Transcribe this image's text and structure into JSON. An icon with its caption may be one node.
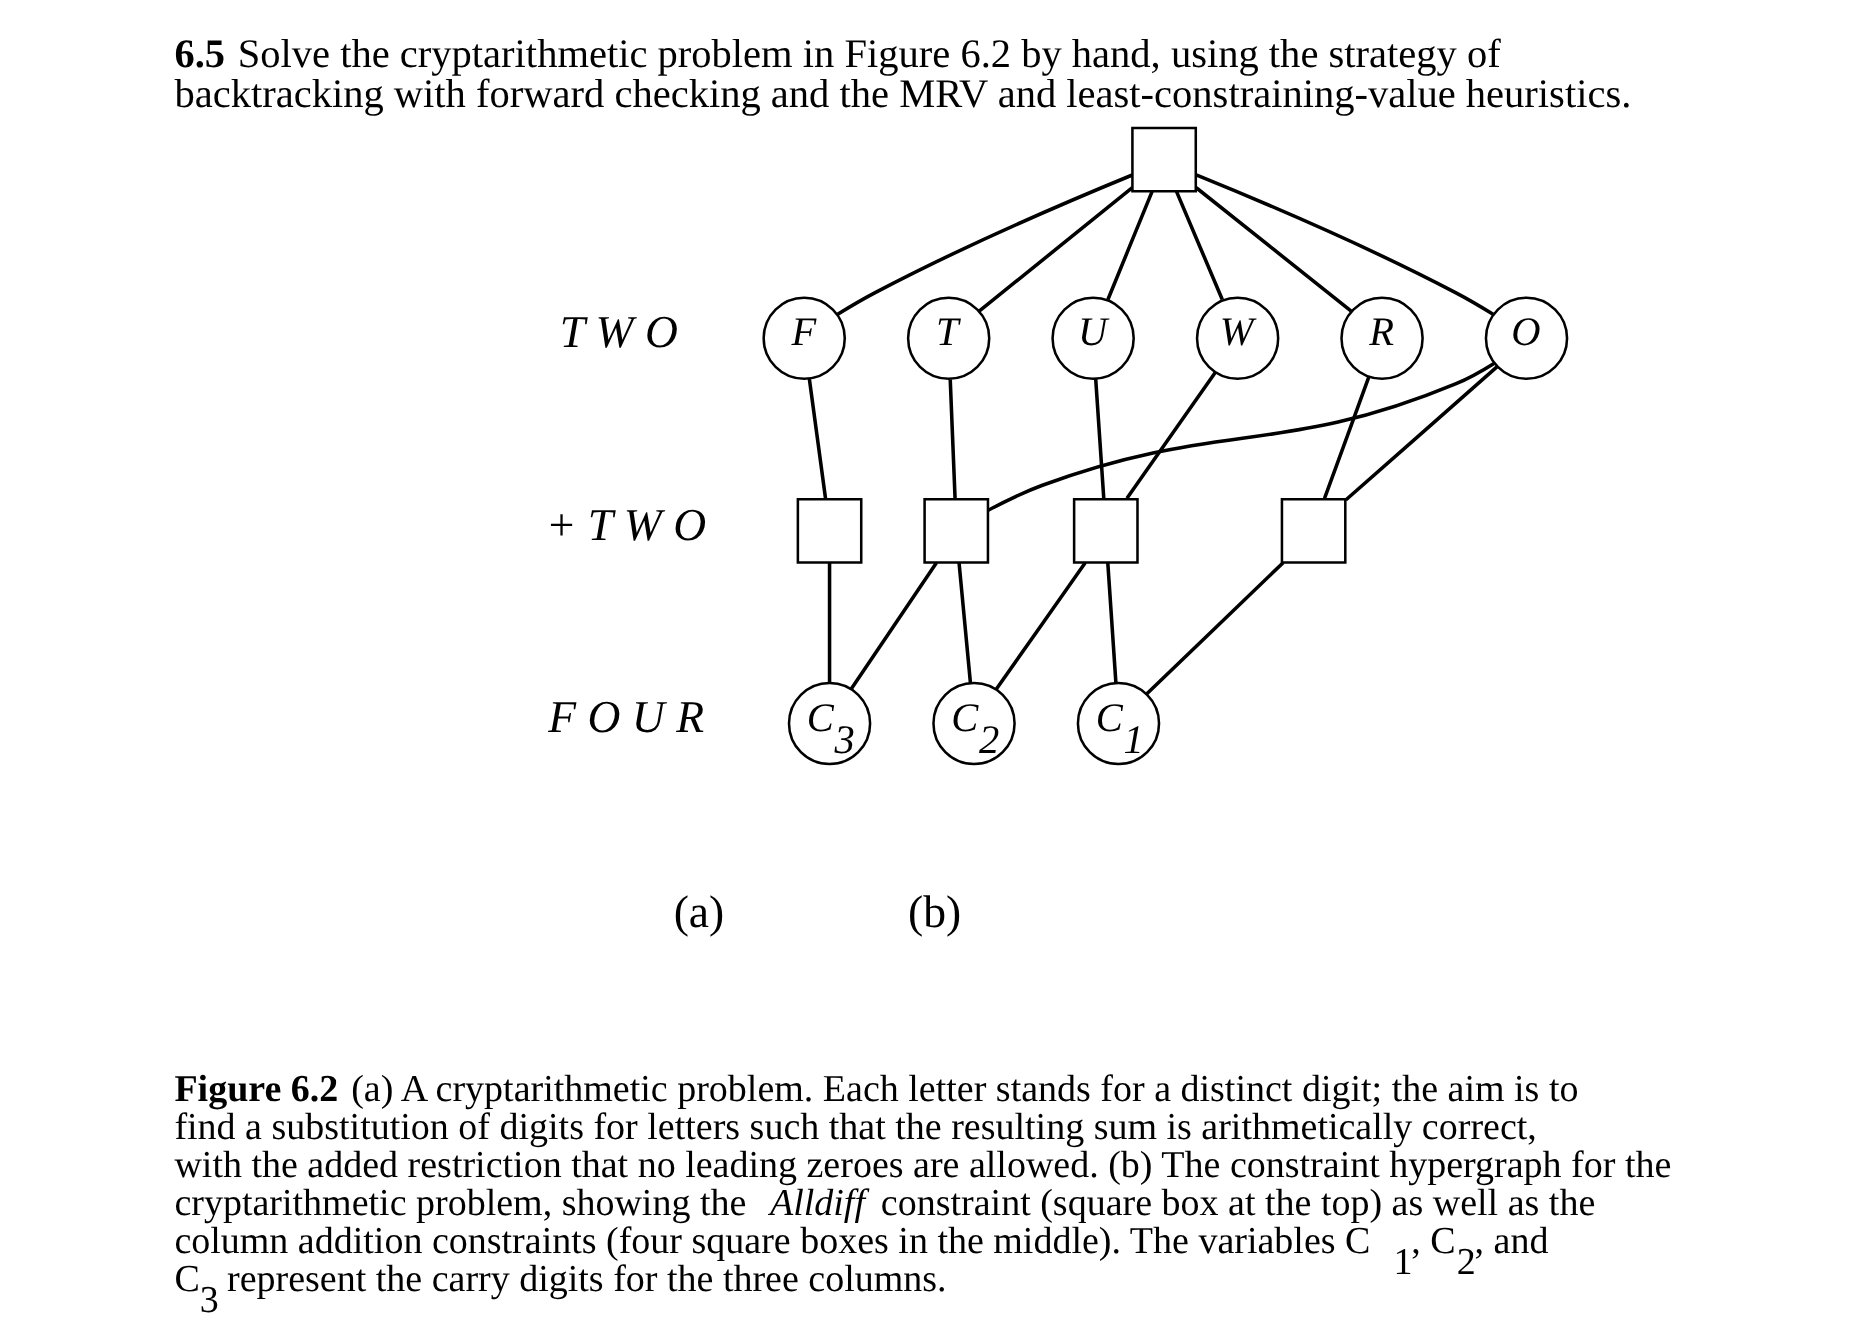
{
  "diagram": {
    "title": "**6.5** Solve the cryptarithmetic problem in Figure 6.2 by hand, using the strategy of backtracking with forward checking and the MRV and least-constraining-value heuristics.",
    "caption": "**Figure 6.2** (a) A cryptarithmetic problem. Each letter stands for a distinct digit; the aim is to find a substitution of digits for letters such that the resulting sum is arithmetically correct, with the added restriction that no leading zeroes are allowed. (b) The constraint hypergraph for the cryptarithmetic problem, showing the *Alldiff* constraint (square box at the top) as well as the column addition constraints (four square boxes in the middle). The variables C$_{1}$, C$_{2}$, and C$_{3}$ represent the carry digits for the three columns.",
    "nodes": [
      {
        "text": [],
        "shape": "box"
      },
      {
        "text": [
          "F"
        ]
      },
      {
        "text": [
          "T"
        ]
      },
      {
        "text": [
          "U"
        ]
      },
      {
        "text": [
          "W"
        ]
      },
      {
        "text": [
          "R"
        ]
      },
      {
        "text": [
          "O"
        ]
      },
      {
        "text": [],
        "shape": "box"
      },
      {
        "text": [],
        "shape": "box"
      },
      {
        "text": [],
        "shape": "box"
      },
      {
        "text": [],
        "shape": "box"
      },
      {
        "text": [
          "C$_{3}$"
        ]
      },
      {
        "text": [
          "C$_{2}$"
        ]
      },
      {
        "text": [
          "C$_{1}$"
        ]
      }
    ],
    "edges": [
      {
        "from": 0,
        "to": 1,
        "arrow": "none"
      },
      {
        "from": 0,
        "to": 2,
        "arrow": "none"
      },
      {
        "from": 0,
        "to": 3,
        "arrow": "none"
      },
      {
        "from": 0,
        "to": 4,
        "arrow": "none"
      },
      {
        "from": 0,
        "to": 5,
        "arrow": "none"
      },
      {
        "from": 0,
        "to": 6,
        "arrow": "none"
      },
      {
        "from": 1,
        "to": 7,
        "arrow": "none"
      },
      {
        "from": 2,
        "to": 8,
        "arrow": "none"
      },
      {
        "from": 6,
        "to": 8,
        "arrow": "none"
      },
      {
        "from": 3,
        "to": 9,
        "arrow": "none"
      },
      {
        "from": 4,
        "to": 9,
        "arrow": "none"
      },
      {
        "from": 5,
        "to": 10,
        "arrow": "none"
      },
      {
        "from": 6,
        "to": 10,
        "arrow": "none"
      },
      {
        "from": 7,
        "to": 11,
        "arrow": "none"
      },
      {
        "from": 8,
        "to": 11,
        "arrow": "none"
      },
      {
        "from": 8,
        "to": 12,
        "arrow": "none"
      },
      {
        "from": 9,
        "to": 12,
        "arrow": "none"
      },
      {
        "from": 9,
        "to": 13,
        "arrow": "none"
      },
      {
        "from": 10,
        "to": 13,
        "arrow": "none"
      }
    ],
    "labels": [
      "T W O",
      "+ T W O",
      "F O U R",
      "(a)",
      "(b)"
    ]
  }
}
